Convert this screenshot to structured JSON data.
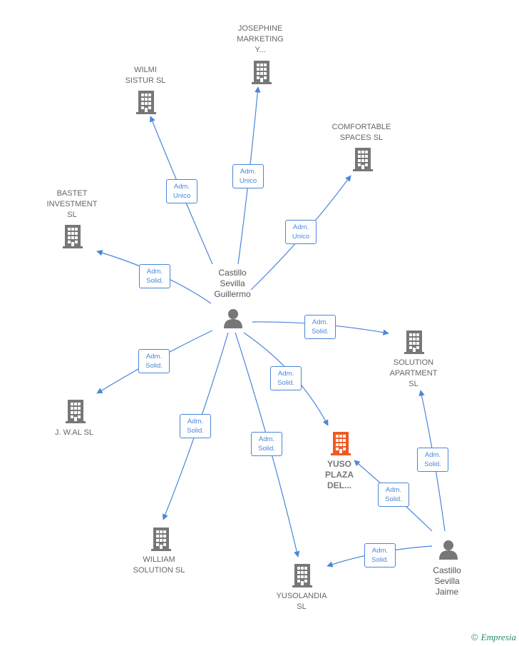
{
  "colors": {
    "edge": "#4a86d8",
    "building": "#777777",
    "highlight": "#f05a22",
    "person": "#777777"
  },
  "nodes": {
    "josephine": {
      "label": "JOSEPHINE\nMARKETING\nY..."
    },
    "wilmi": {
      "label": "WILMI\nSISTUR  SL"
    },
    "comfortable": {
      "label": "COMFORTABLE\nSPACES  SL"
    },
    "bastet": {
      "label": "BASTET\nINVESTMENT\nSL"
    },
    "solution_apartment": {
      "label": "SOLUTION\nAPARTMENT\nSL"
    },
    "jwal": {
      "label": "J. W.AL  SL"
    },
    "yuso": {
      "label": "YUSO\nPLAZA\nDEL..."
    },
    "william": {
      "label": "WILLIAM\nSOLUTION  SL"
    },
    "yusolandia": {
      "label": "YUSOLANDIA\nSL"
    },
    "guillermo": {
      "label": "Castillo\nSevilla\nGuillermo"
    },
    "jaime": {
      "label": "Castillo\nSevilla\nJaime"
    }
  },
  "edges": [
    {
      "id": "e1",
      "label": "Adm.\nUnico"
    },
    {
      "id": "e2",
      "label": "Adm.\nUnico"
    },
    {
      "id": "e3",
      "label": "Adm.\nUnico"
    },
    {
      "id": "e4",
      "label": "Adm.\nSolid."
    },
    {
      "id": "e5",
      "label": "Adm.\nSolid."
    },
    {
      "id": "e6",
      "label": "Adm.\nSolid."
    },
    {
      "id": "e7",
      "label": "Adm.\nSolid."
    },
    {
      "id": "e8",
      "label": "Adm.\nSolid."
    },
    {
      "id": "e9",
      "label": "Adm.\nSolid."
    },
    {
      "id": "e10",
      "label": "Adm.\nSolid."
    },
    {
      "id": "e11",
      "label": "Adm.\nSolid."
    },
    {
      "id": "e12",
      "label": "Adm.\nSolid."
    }
  ],
  "footer": {
    "copyright": "©",
    "brand": "Empresia"
  }
}
